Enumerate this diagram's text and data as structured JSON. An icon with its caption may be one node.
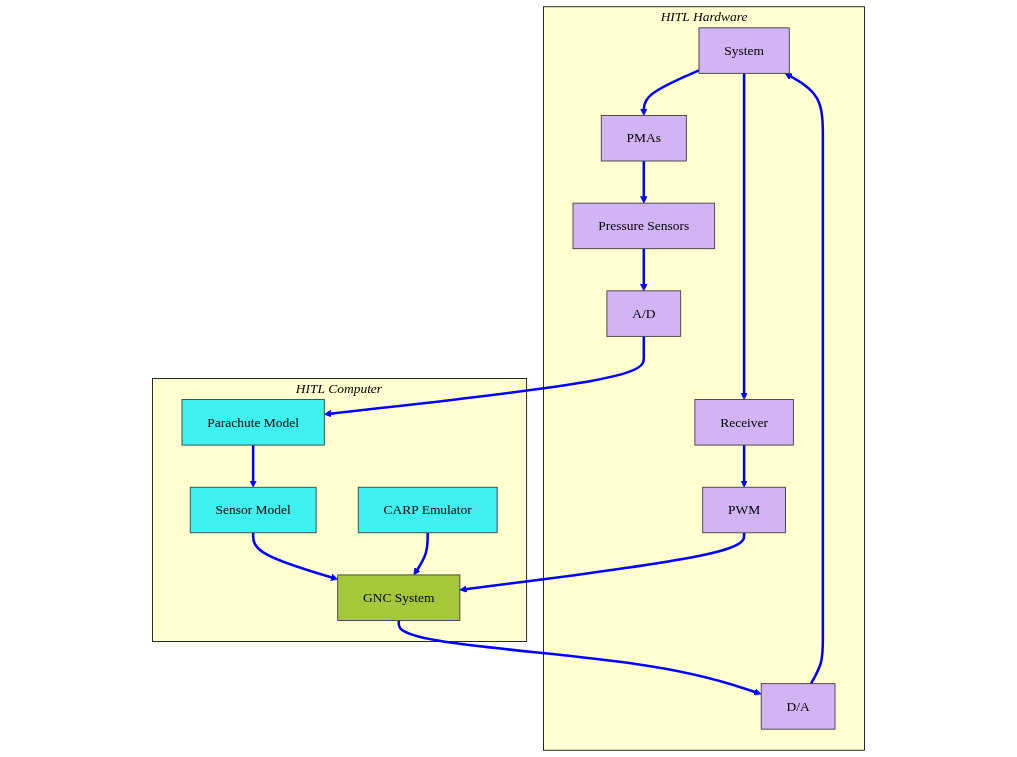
{
  "diagram": {
    "nodes": [
      {
        "text": [
          "HITL Hardware"
        ]
      },
      {
        "text": [
          "System"
        ],
        "in": 0
      },
      {
        "text": [
          "PMAs"
        ],
        "in": 0
      },
      {
        "text": [
          "Pressure Sensors"
        ],
        "in": 0
      },
      {
        "text": [
          "A/D"
        ],
        "in": 0
      },
      {
        "text": [
          "D/A"
        ],
        "in": 0
      },
      {
        "text": [
          "Receiver"
        ],
        "in": 0
      },
      {
        "text": [
          "PWM"
        ],
        "in": 0
      },
      {
        "text": [
          "HITL Computer"
        ]
      },
      {
        "text": [
          "GNC System"
        ],
        "in": 8
      },
      {
        "text": [
          "Sensor Model"
        ],
        "in": 8
      },
      {
        "text": [
          "Parachute Model"
        ],
        "in": 8
      },
      {
        "text": [
          "CARP Emulator"
        ],
        "in": 8
      }
    ],
    "edges": [
      {
        "from": 5,
        "to": 1,
        "arrow": "to"
      },
      {
        "from": 1,
        "to": 2,
        "arrow": "to"
      },
      {
        "from": 1,
        "to": 6,
        "arrow": "to"
      },
      {
        "from": 2,
        "to": 3,
        "arrow": "to"
      },
      {
        "from": 3,
        "to": 4,
        "arrow": "to"
      },
      {
        "from": 4,
        "to": 11,
        "arrow": "to"
      },
      {
        "from": 6,
        "to": 7,
        "arrow": "to"
      },
      {
        "from": 7,
        "to": 9,
        "arrow": "to"
      },
      {
        "from": 11,
        "to": 10,
        "arrow": "to"
      },
      {
        "from": 10,
        "to": 9,
        "arrow": "to"
      },
      {
        "from": 12,
        "to": 9,
        "arrow": "to"
      },
      {
        "from": 9,
        "to": 5,
        "arrow": "to"
      }
    ]
  }
}
